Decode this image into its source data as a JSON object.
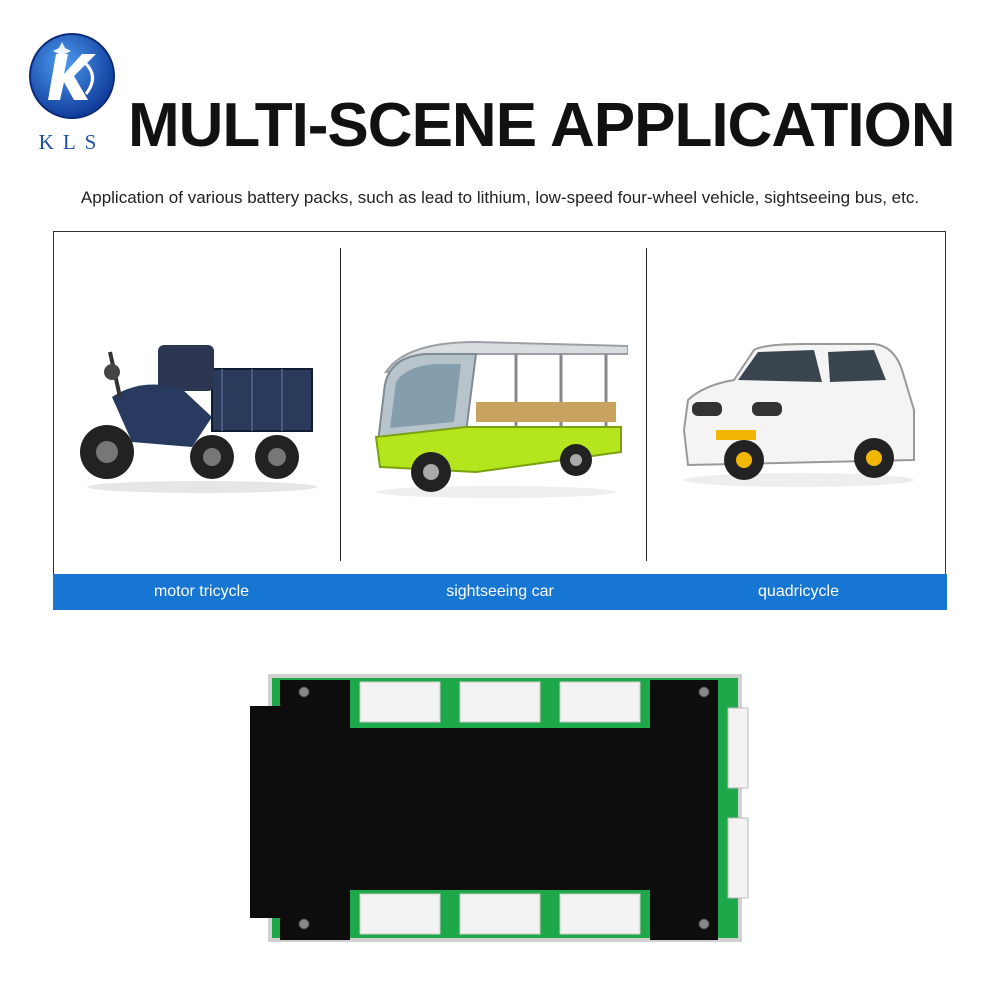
{
  "header": {
    "logo_text": "KLS",
    "title": "MULTI-SCENE APPLICATION",
    "subtitle": "Application of various battery packs, such as lead to lithium, low-speed four-wheel vehicle, sightseeing bus, etc."
  },
  "scenes": [
    {
      "label": "motor tricycle",
      "image": "motor-tricycle-photo"
    },
    {
      "label": "sightseeing car",
      "image": "sightseeing-car-photo"
    },
    {
      "label": "quadricycle",
      "image": "quadricycle-photo"
    }
  ],
  "colors": {
    "caption_bar": "#1776d2",
    "logo_blue": "#1d4fa8",
    "title": "#111111",
    "pcb_green": "#1fa84a",
    "board_black": "#0d0d0d"
  },
  "product": {
    "image": "bms-protection-board-photo"
  }
}
